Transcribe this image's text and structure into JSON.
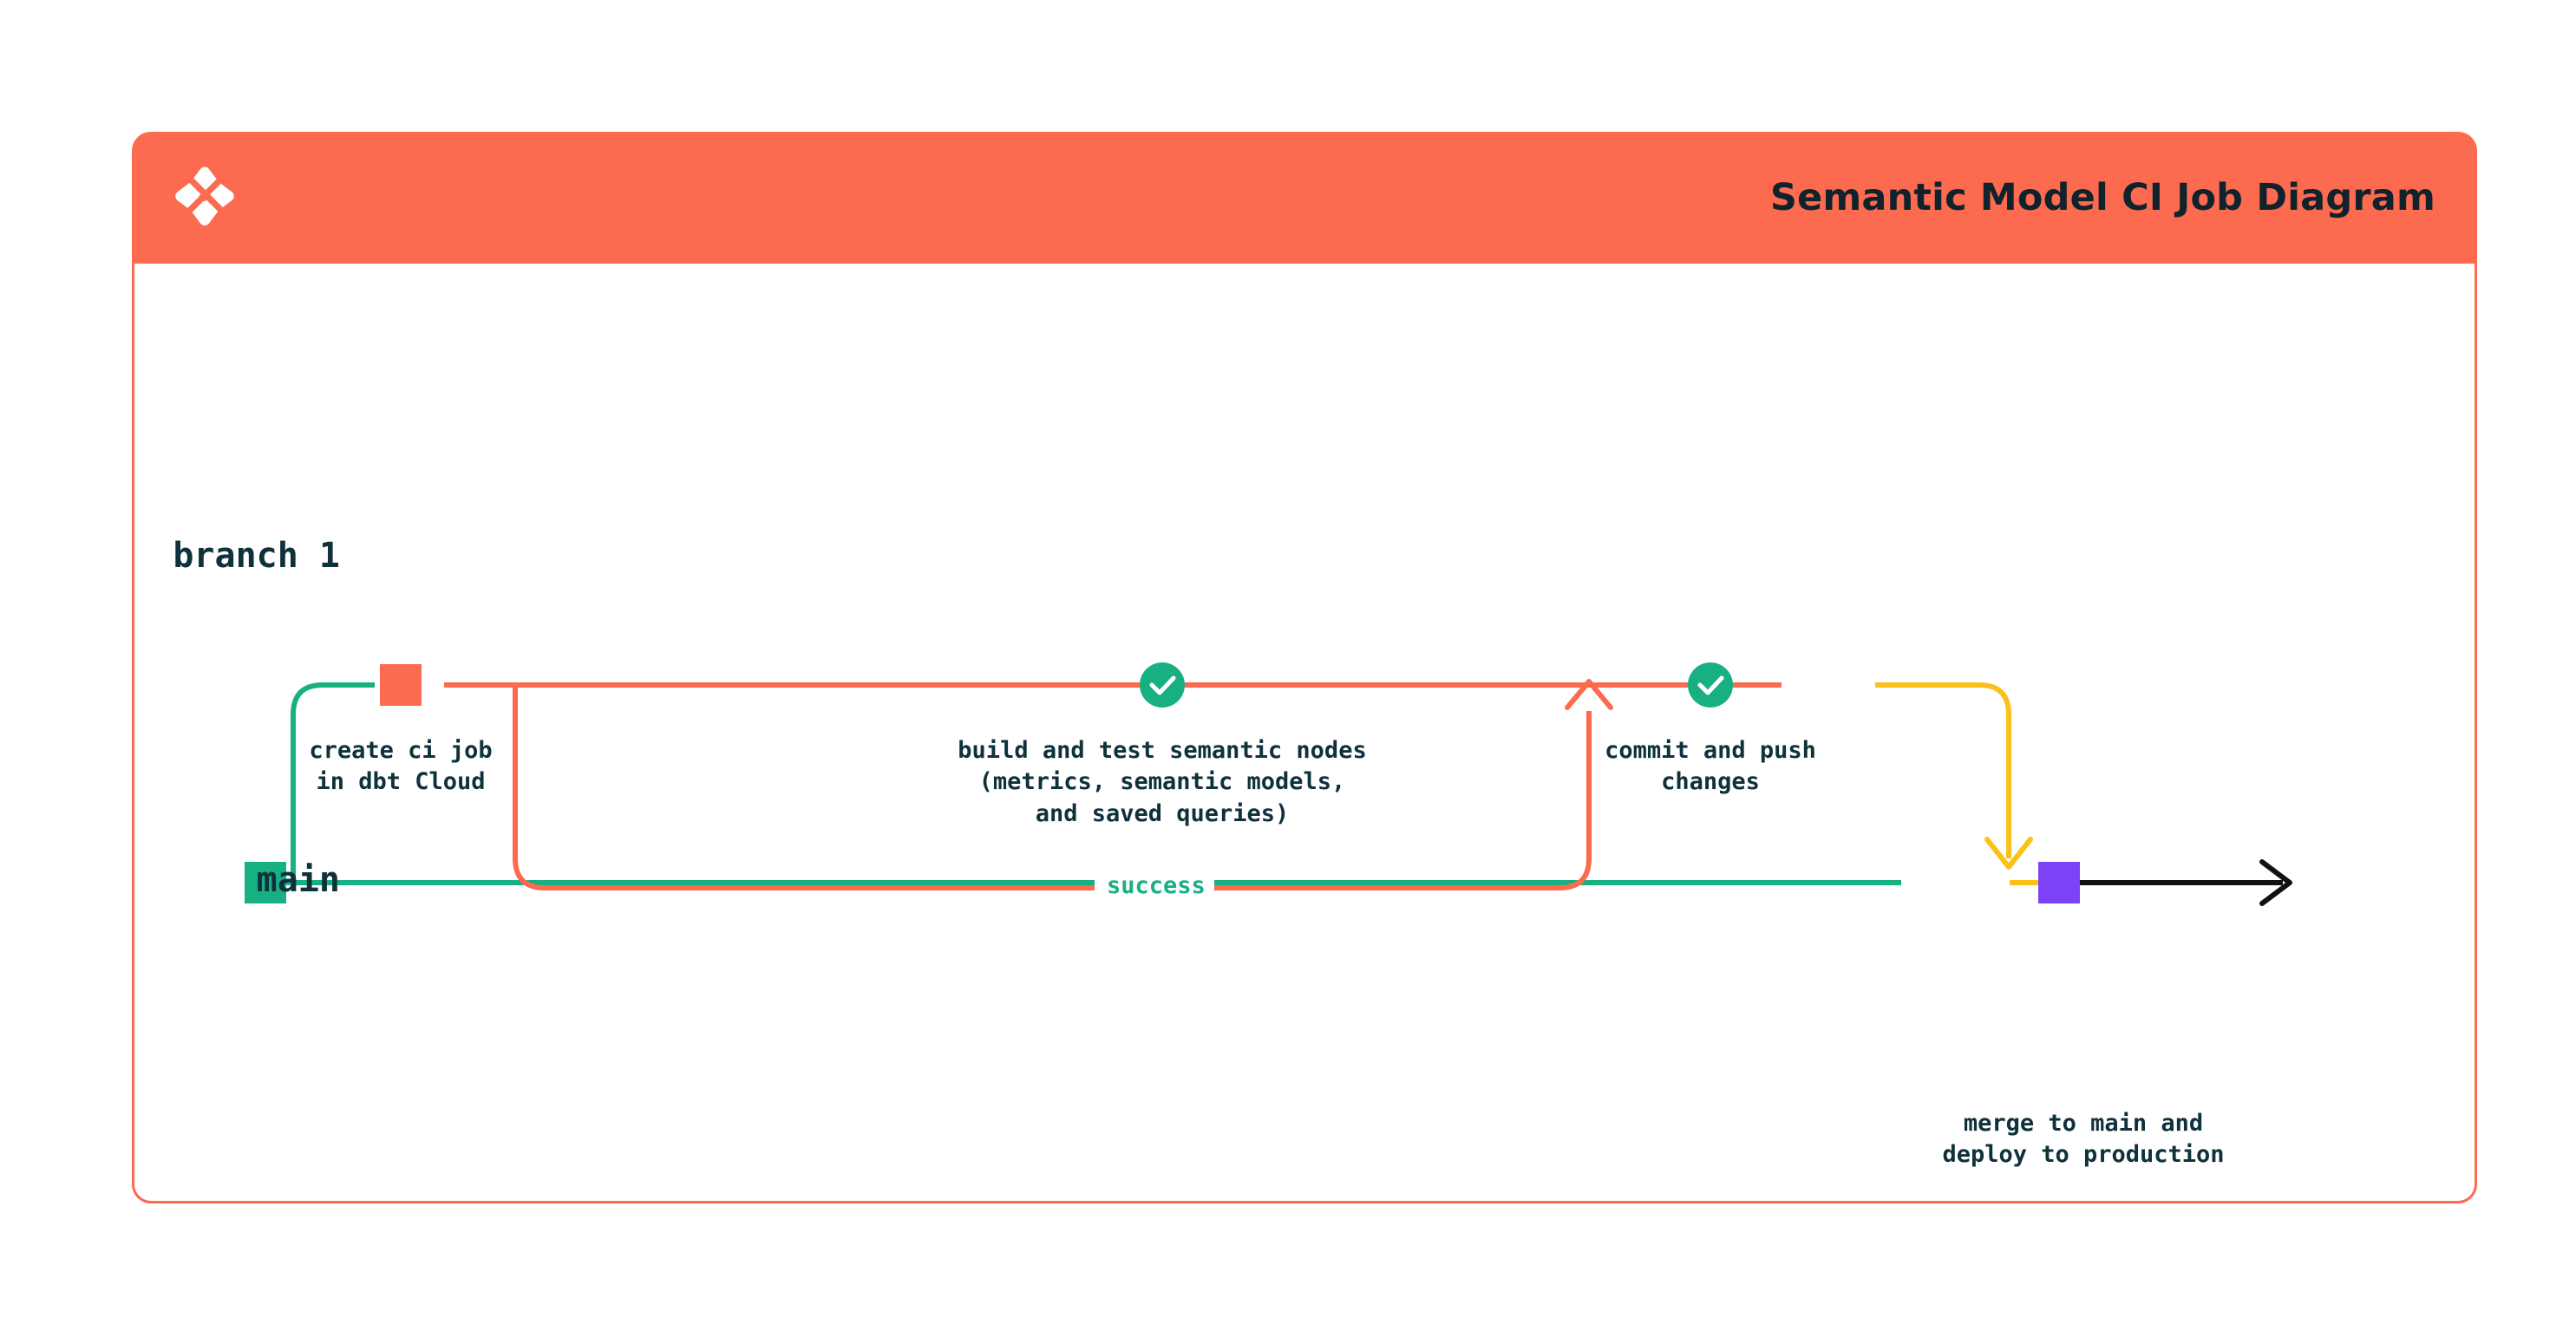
{
  "header": {
    "title": "Semantic Model CI Job Diagram",
    "logo_icon": "dbt-logo-icon",
    "background_color": "#fc6a4f",
    "title_color": "#10222b"
  },
  "card": {
    "border_color": "#fc6a4f",
    "background_color": "#ffffff"
  },
  "diagram": {
    "type": "git-branch-flow",
    "lanes": [
      {
        "id": "branch-1",
        "label": "branch 1",
        "line_color": "#fc6a4f",
        "start_color": "#18b083",
        "end_color": "#fcc119"
      },
      {
        "id": "main",
        "label": "main",
        "line_color": "#18b083",
        "end_color": "#111111"
      }
    ],
    "nodes": [
      {
        "id": "create-ci-job",
        "marker": "square",
        "marker_color": "#fc6a4f",
        "label": "create ci job\nin dbt Cloud",
        "lane": "branch-1"
      },
      {
        "id": "build-and-test",
        "marker": "check-circle",
        "marker_color": "#18b083",
        "label": "build and test semantic nodes\n(metrics, semantic models,\nand saved queries)",
        "lane": "branch-1"
      },
      {
        "id": "commit-and-push",
        "marker": "check-circle",
        "marker_color": "#18b083",
        "label": "commit and push\nchanges",
        "lane": "branch-1"
      },
      {
        "id": "merge-to-main",
        "marker": "square",
        "marker_color": "#7b42f6",
        "label": "merge to main and\ndeploy to production",
        "lane": "main"
      }
    ],
    "edges": [
      {
        "id": "success-loop",
        "label": "success",
        "label_color": "#18b083",
        "line_color": "#fc6a4f",
        "arrow": "up"
      },
      {
        "id": "merge-edge",
        "label": "",
        "line_color": "#fcc119",
        "arrow": "down"
      },
      {
        "id": "main-continues",
        "label": "",
        "line_color": "#111111",
        "arrow": "right"
      }
    ],
    "colors": {
      "orange": "#fc6a4f",
      "green": "#18b083",
      "yellow": "#fcc119",
      "purple": "#7b42f6",
      "black": "#111111",
      "text_dark": "#0f313c"
    }
  }
}
